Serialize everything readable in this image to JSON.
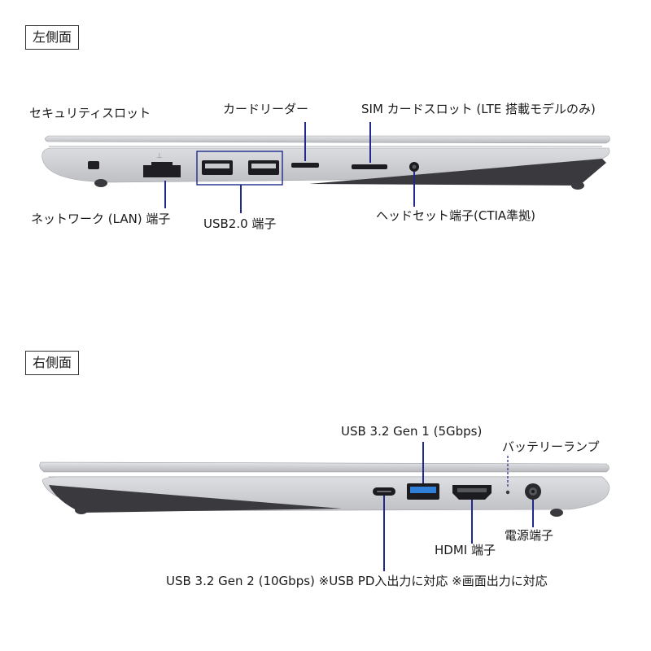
{
  "left_side": {
    "title": "左側面",
    "labels": {
      "security_slot": "セキュリティスロット",
      "card_reader": "カードリーダー",
      "sim_slot": "SIM カードスロット (LTE 搭載モデルのみ)",
      "lan_port": "ネットワーク (LAN) 端子",
      "usb20_ports": "USB2.0 端子",
      "headset_jack": "ヘッドセット端子(CTIA準拠)"
    }
  },
  "right_side": {
    "title": "右側面",
    "labels": {
      "usb32_gen1": "USB 3.2 Gen 1 (5Gbps)",
      "battery_lamp": "バッテリーランプ",
      "power_jack": "電源端子",
      "hdmi_port": "HDMI 端子",
      "usb32_gen2": "USB 3.2 Gen 2 (10Gbps) ※USB PD入出力に対応 ※画面出力に対応"
    }
  },
  "colors": {
    "leader_line": "#1f2a8c",
    "usb30_port_blue": "#2f7fd8",
    "body_silver": "#c9cacd",
    "dark_edge": "#3a3a3e"
  }
}
